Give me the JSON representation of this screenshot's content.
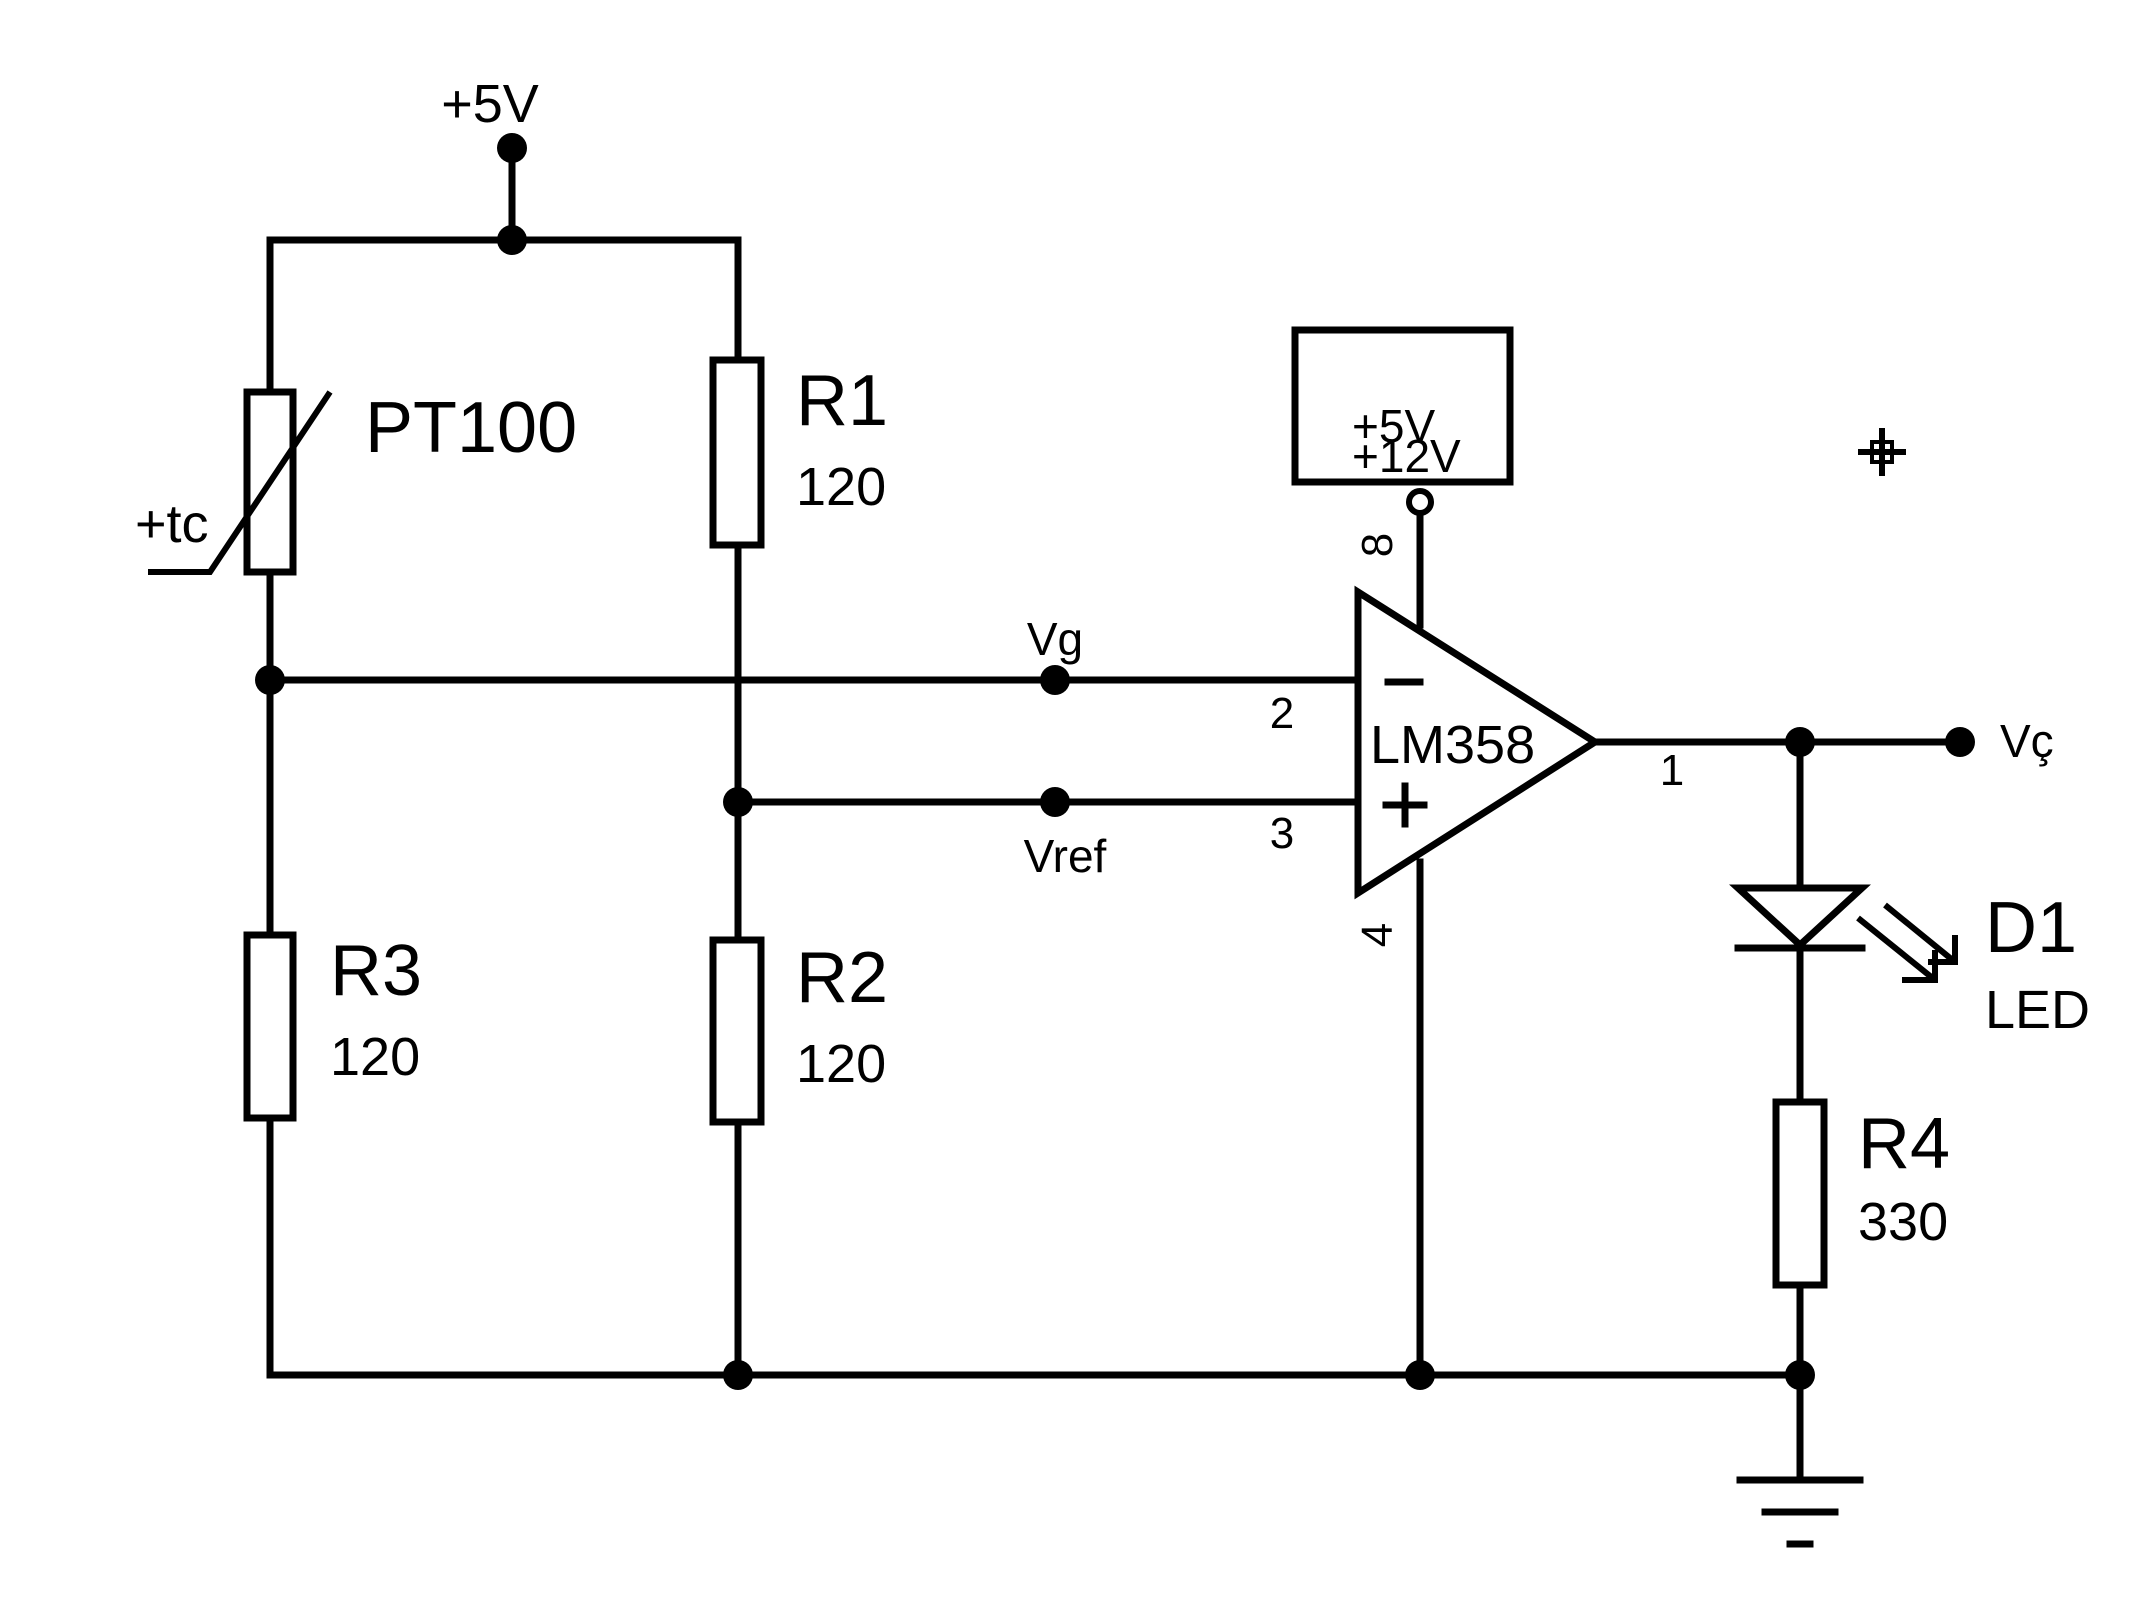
{
  "supply": {
    "top": "+5V"
  },
  "components": {
    "pt100": {
      "name": "PT100",
      "param": "+tc"
    },
    "r1": {
      "name": "R1",
      "value": "120"
    },
    "r2": {
      "name": "R2",
      "value": "120"
    },
    "r3": {
      "name": "R3",
      "value": "120"
    },
    "r4": {
      "name": "R4",
      "value": "330"
    },
    "d1": {
      "name": "D1",
      "value": "LED"
    },
    "opamp": {
      "name": "LM358",
      "supply_line1": "+5V",
      "supply_line2": "+12V",
      "pin_inv": "2",
      "pin_noninv": "3",
      "pin_out": "1",
      "pin_vcc": "8",
      "pin_gnd": "4",
      "sign_minus": "−",
      "sign_plus": "+"
    }
  },
  "nets": {
    "vg": "Vg",
    "vref": "Vref",
    "vout": "Vç"
  }
}
